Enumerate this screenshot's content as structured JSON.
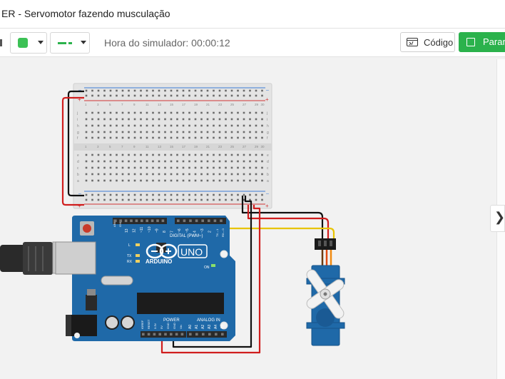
{
  "window": {
    "title": "ER - Servomotor fazendo musculação"
  },
  "toolbar": {
    "fill_color": "#3cc155",
    "wire_color": "#2bb24c",
    "sim_time": "Hora do simulador: 00:00:12",
    "code_label": "Código",
    "stop_label": "Parar s"
  },
  "icons": {
    "code": "code-window-icon",
    "stop": "stop-square-icon",
    "panel_toggle": "chevron-right-icon"
  },
  "breadboard": {
    "row_letters_top": [
      "j",
      "i",
      "h",
      "g",
      "f"
    ],
    "row_letters_bottom": [
      "e",
      "d",
      "c",
      "b",
      "a"
    ],
    "column_numbers": [
      "1",
      "3",
      "5",
      "7",
      "9",
      "11",
      "13",
      "15",
      "17",
      "19",
      "21",
      "23",
      "25",
      "27",
      "29",
      "30"
    ]
  },
  "arduino": {
    "label_digital": "DIGITAL (PWM~)",
    "label_power": "POWER",
    "label_analog": "ANALOG IN",
    "label_uno": "UNO",
    "label_arduino": "ARDUINO",
    "label_on": "ON",
    "label_l": "L",
    "label_tx": "TX",
    "label_rx": "RX",
    "label_aref": "AREF",
    "label_gnd": "GND",
    "label_txd": "TX→1",
    "label_rxd": "RX←0",
    "digital_pins": [
      "13",
      "12",
      "~11",
      "~10",
      "~9",
      "8",
      "7",
      "~6",
      "~5",
      "4",
      "~3",
      "2"
    ],
    "power_pins": [
      "IOREF",
      "RESET",
      "3.3V",
      "5V",
      "GND",
      "GND",
      "Vin"
    ],
    "analog_pins": [
      "A0",
      "A1",
      "A2",
      "A3",
      "A4",
      "A5"
    ]
  }
}
